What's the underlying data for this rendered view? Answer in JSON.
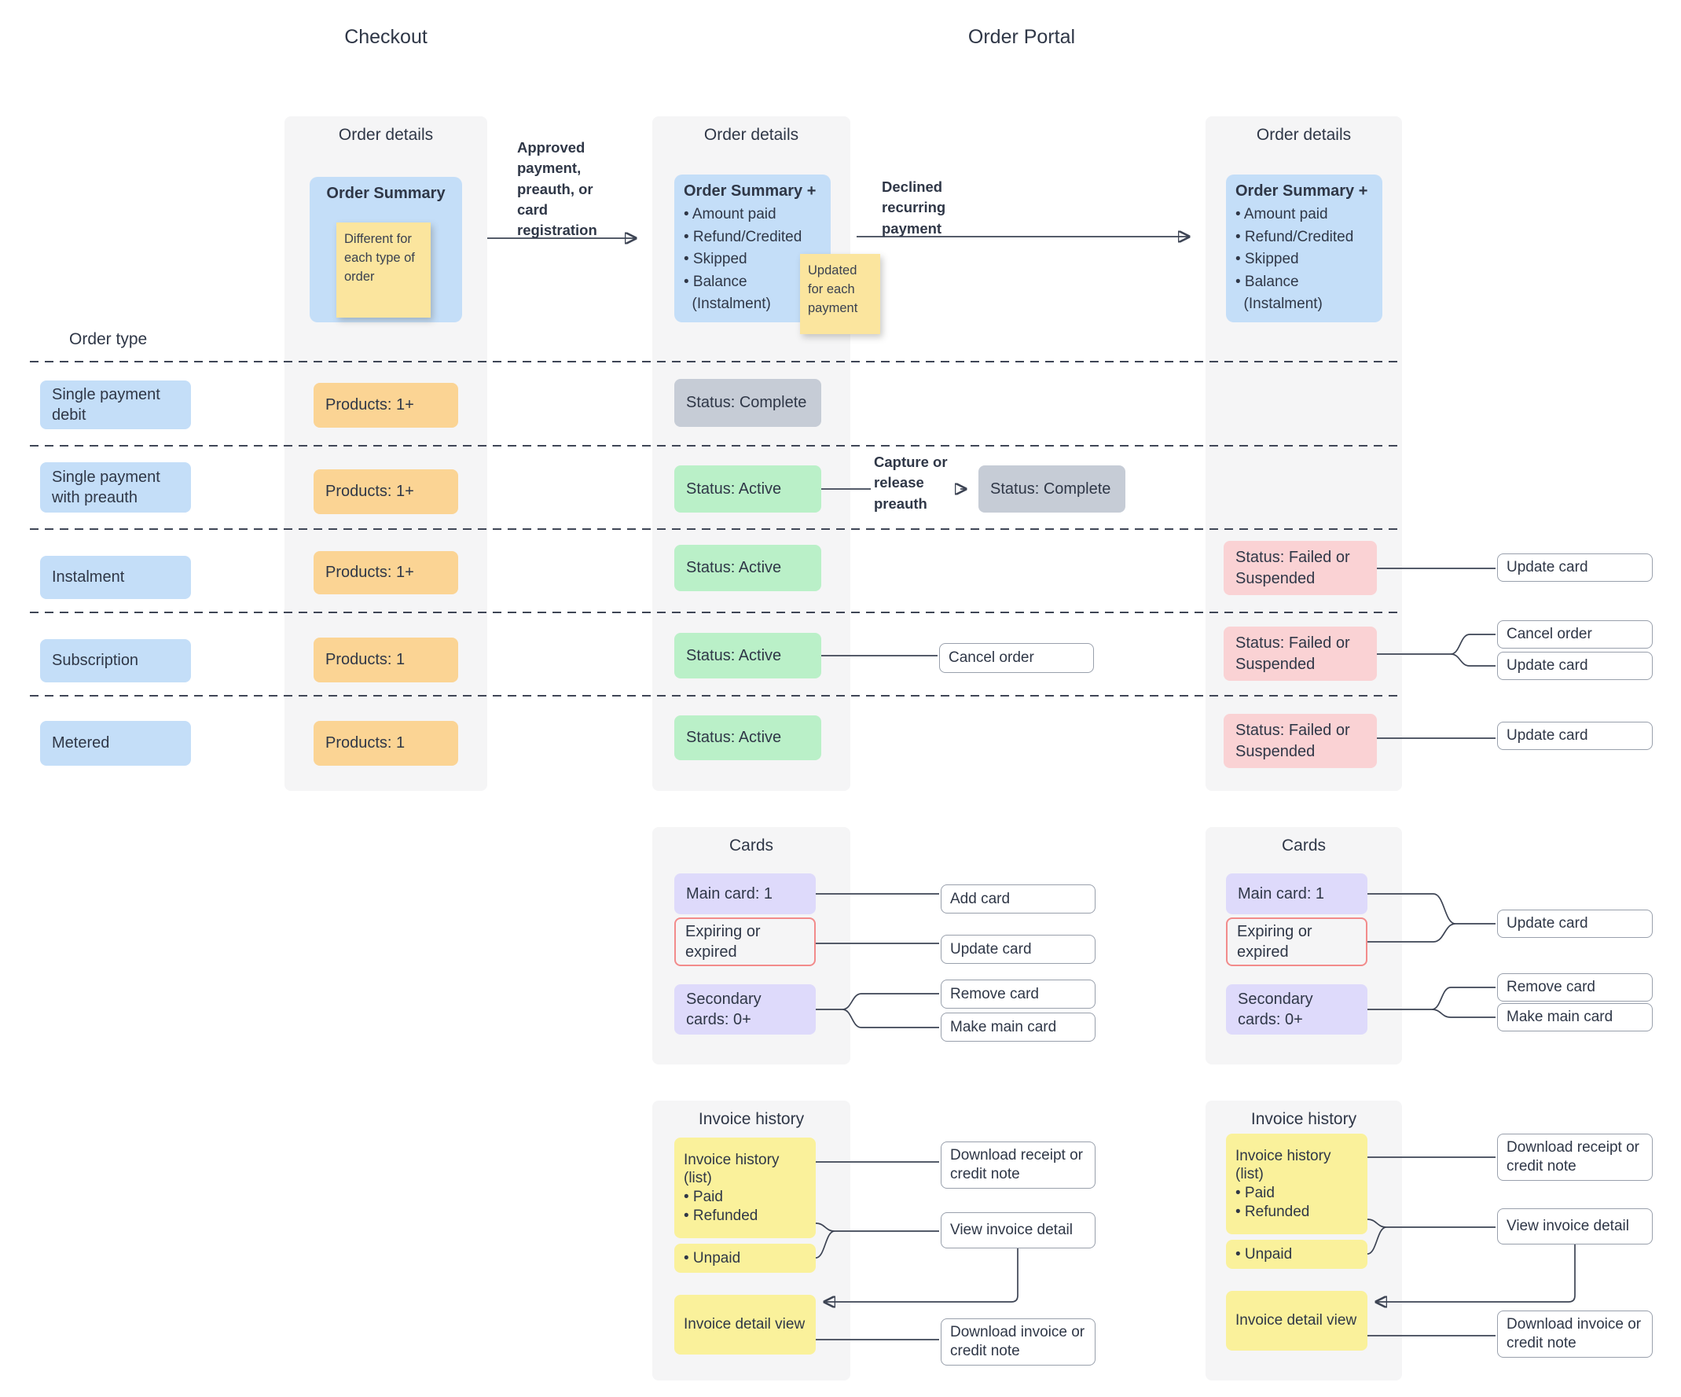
{
  "titles": {
    "checkout": "Checkout",
    "order_portal": "Order Portal"
  },
  "order_type_label": "Order type",
  "annotations": {
    "approved": "Approved payment, preauth, or card registration",
    "declined": "Declined recurring payment",
    "capture": "Capture or release preauth"
  },
  "checkout": {
    "header": "Order details",
    "summary_title": "Order Summary",
    "sticky_note": "Different for each type of order"
  },
  "portal_mid": {
    "header": "Order details",
    "summary_title": "Order Summary +",
    "summary_items": [
      "• Amount paid",
      "• Refund/Credited",
      "• Skipped",
      "• Balance",
      "  (Instalment)"
    ],
    "sticky_note": "Updated for each payment"
  },
  "portal_right": {
    "header": "Order details",
    "summary_title": "Order Summary +",
    "summary_items": [
      "• Amount paid",
      "• Refund/Credited",
      "• Skipped",
      "• Balance",
      "  (Instalment)"
    ]
  },
  "rows": [
    {
      "label": "Single payment debit",
      "products": "Products: 1+",
      "mid_status": "Status: Complete"
    },
    {
      "label": "Single payment with preauth",
      "products": "Products: 1+",
      "mid_status": "Status: Active",
      "capture_result": "Status: Complete"
    },
    {
      "label": "Instalment",
      "products": "Products: 1+",
      "mid_status": "Status: Active",
      "right_status": "Status: Failed or Suspended",
      "action_update": "Update card"
    },
    {
      "label": "Subscription",
      "products": "Products: 1",
      "mid_status": "Status: Active",
      "mid_action": "Cancel order",
      "right_status": "Status: Failed or Suspended",
      "action_cancel": "Cancel order",
      "action_update": "Update card"
    },
    {
      "label": "Metered",
      "products": "Products: 1",
      "mid_status": "Status: Active",
      "right_status": "Status: Failed or Suspended",
      "action_update": "Update card"
    }
  ],
  "cards_mid": {
    "header": "Cards",
    "main_card": "Main card: 1",
    "expiring": "Expiring or expired",
    "secondary": "Secondary cards: 0+",
    "add_card": "Add card",
    "update_card": "Update card",
    "remove_card": "Remove card",
    "make_main_card": "Make main card"
  },
  "cards_right": {
    "header": "Cards",
    "main_card": "Main card: 1",
    "expiring": "Expiring or expired",
    "secondary": "Secondary cards: 0+",
    "update_card": "Update card",
    "remove_card": "Remove card",
    "make_main_card": "Make main card"
  },
  "invoice_mid": {
    "header": "Invoice history",
    "list_lines": [
      "Invoice history",
      "(list)",
      "• Paid",
      "• Refunded"
    ],
    "unpaid": "• Unpaid",
    "detail_view": "Invoice detail view",
    "download_receipt": "Download receipt or credit note",
    "view_detail": "View invoice detail",
    "download_invoice": "Download invoice or credit note"
  },
  "invoice_right": {
    "header": "Invoice history",
    "list_lines": [
      "Invoice history",
      "(list)",
      "• Paid",
      "• Refunded"
    ],
    "unpaid": "• Unpaid",
    "detail_view": "Invoice detail view",
    "download_receipt": "Download receipt or credit note",
    "view_detail": "View invoice detail",
    "download_invoice": "Download invoice or credit note"
  },
  "colors": {
    "state_blue": "#c4def8",
    "products_orange": "#fbd494",
    "active_green": "#baf0c8",
    "complete_gray": "#c6ccd6",
    "failed_pink": "#fad2d4",
    "card_purple": "#dedafb",
    "invoice_yellow": "#faf19b",
    "sticky_yellow": "#fbe59e",
    "panel_gray": "#f5f5f6",
    "expiring_border_red": "#f28b8b",
    "connector": "#3d4454",
    "text": "#2f3747"
  }
}
